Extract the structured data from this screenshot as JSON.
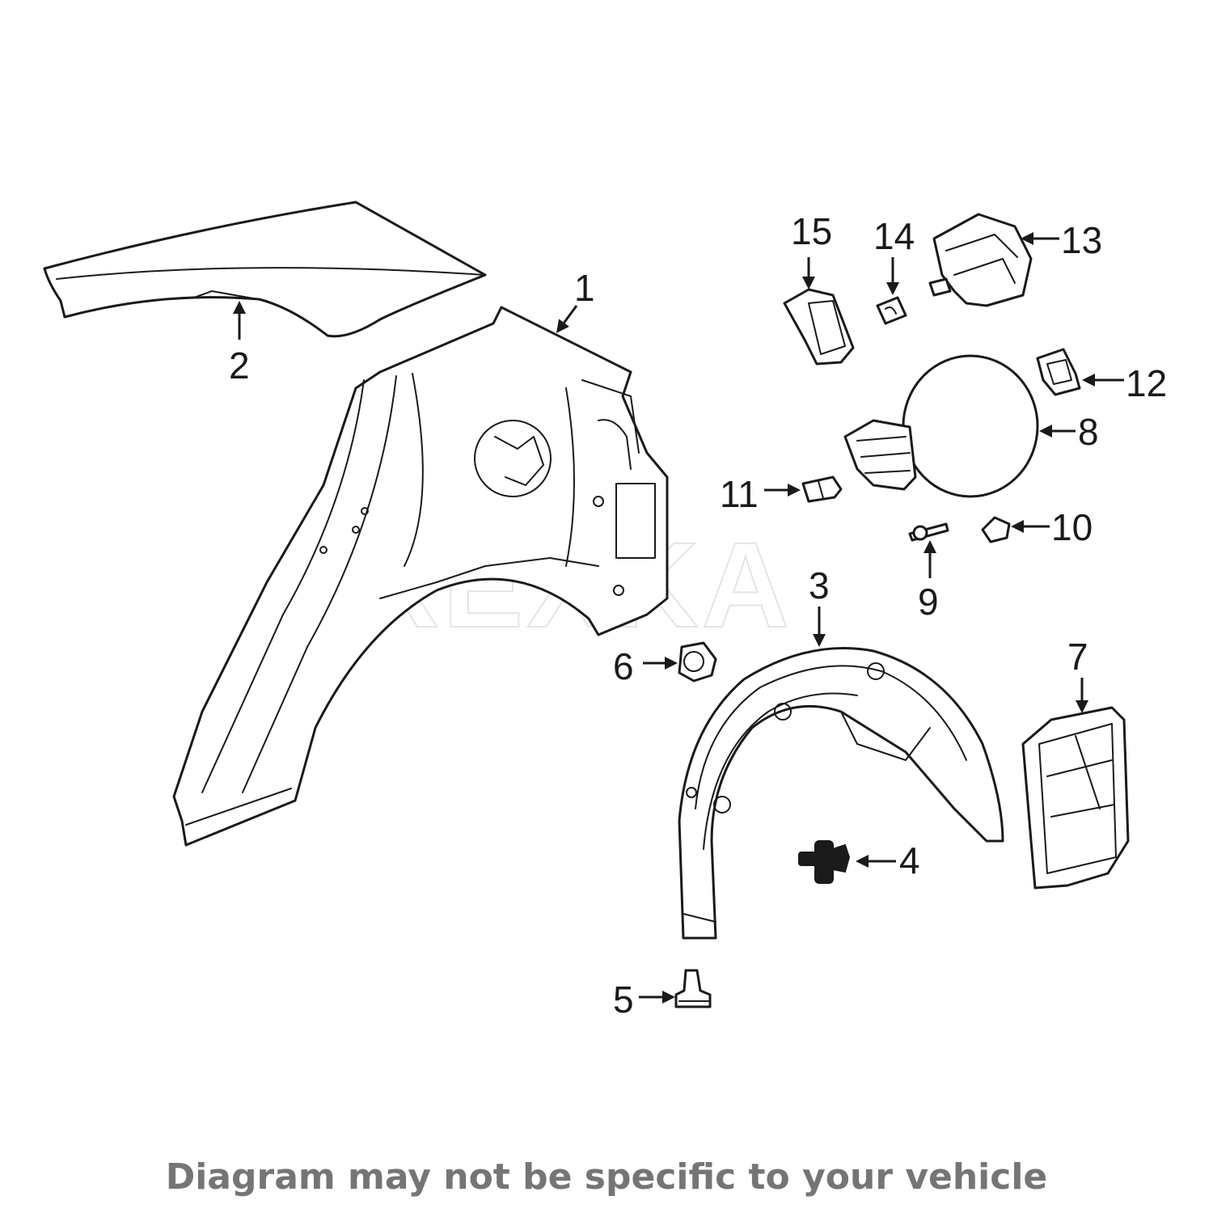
{
  "watermark": "REXKA",
  "disclaimer": "Diagram may not be specific to your vehicle",
  "callouts": [
    {
      "id": "1",
      "label": "1"
    },
    {
      "id": "2",
      "label": "2"
    },
    {
      "id": "3",
      "label": "3"
    },
    {
      "id": "4",
      "label": "4"
    },
    {
      "id": "5",
      "label": "5"
    },
    {
      "id": "6",
      "label": "6"
    },
    {
      "id": "7",
      "label": "7"
    },
    {
      "id": "8",
      "label": "8"
    },
    {
      "id": "9",
      "label": "9"
    },
    {
      "id": "10",
      "label": "10"
    },
    {
      "id": "11",
      "label": "11"
    },
    {
      "id": "12",
      "label": "12"
    },
    {
      "id": "13",
      "label": "13"
    },
    {
      "id": "14",
      "label": "14"
    },
    {
      "id": "15",
      "label": "15"
    }
  ]
}
